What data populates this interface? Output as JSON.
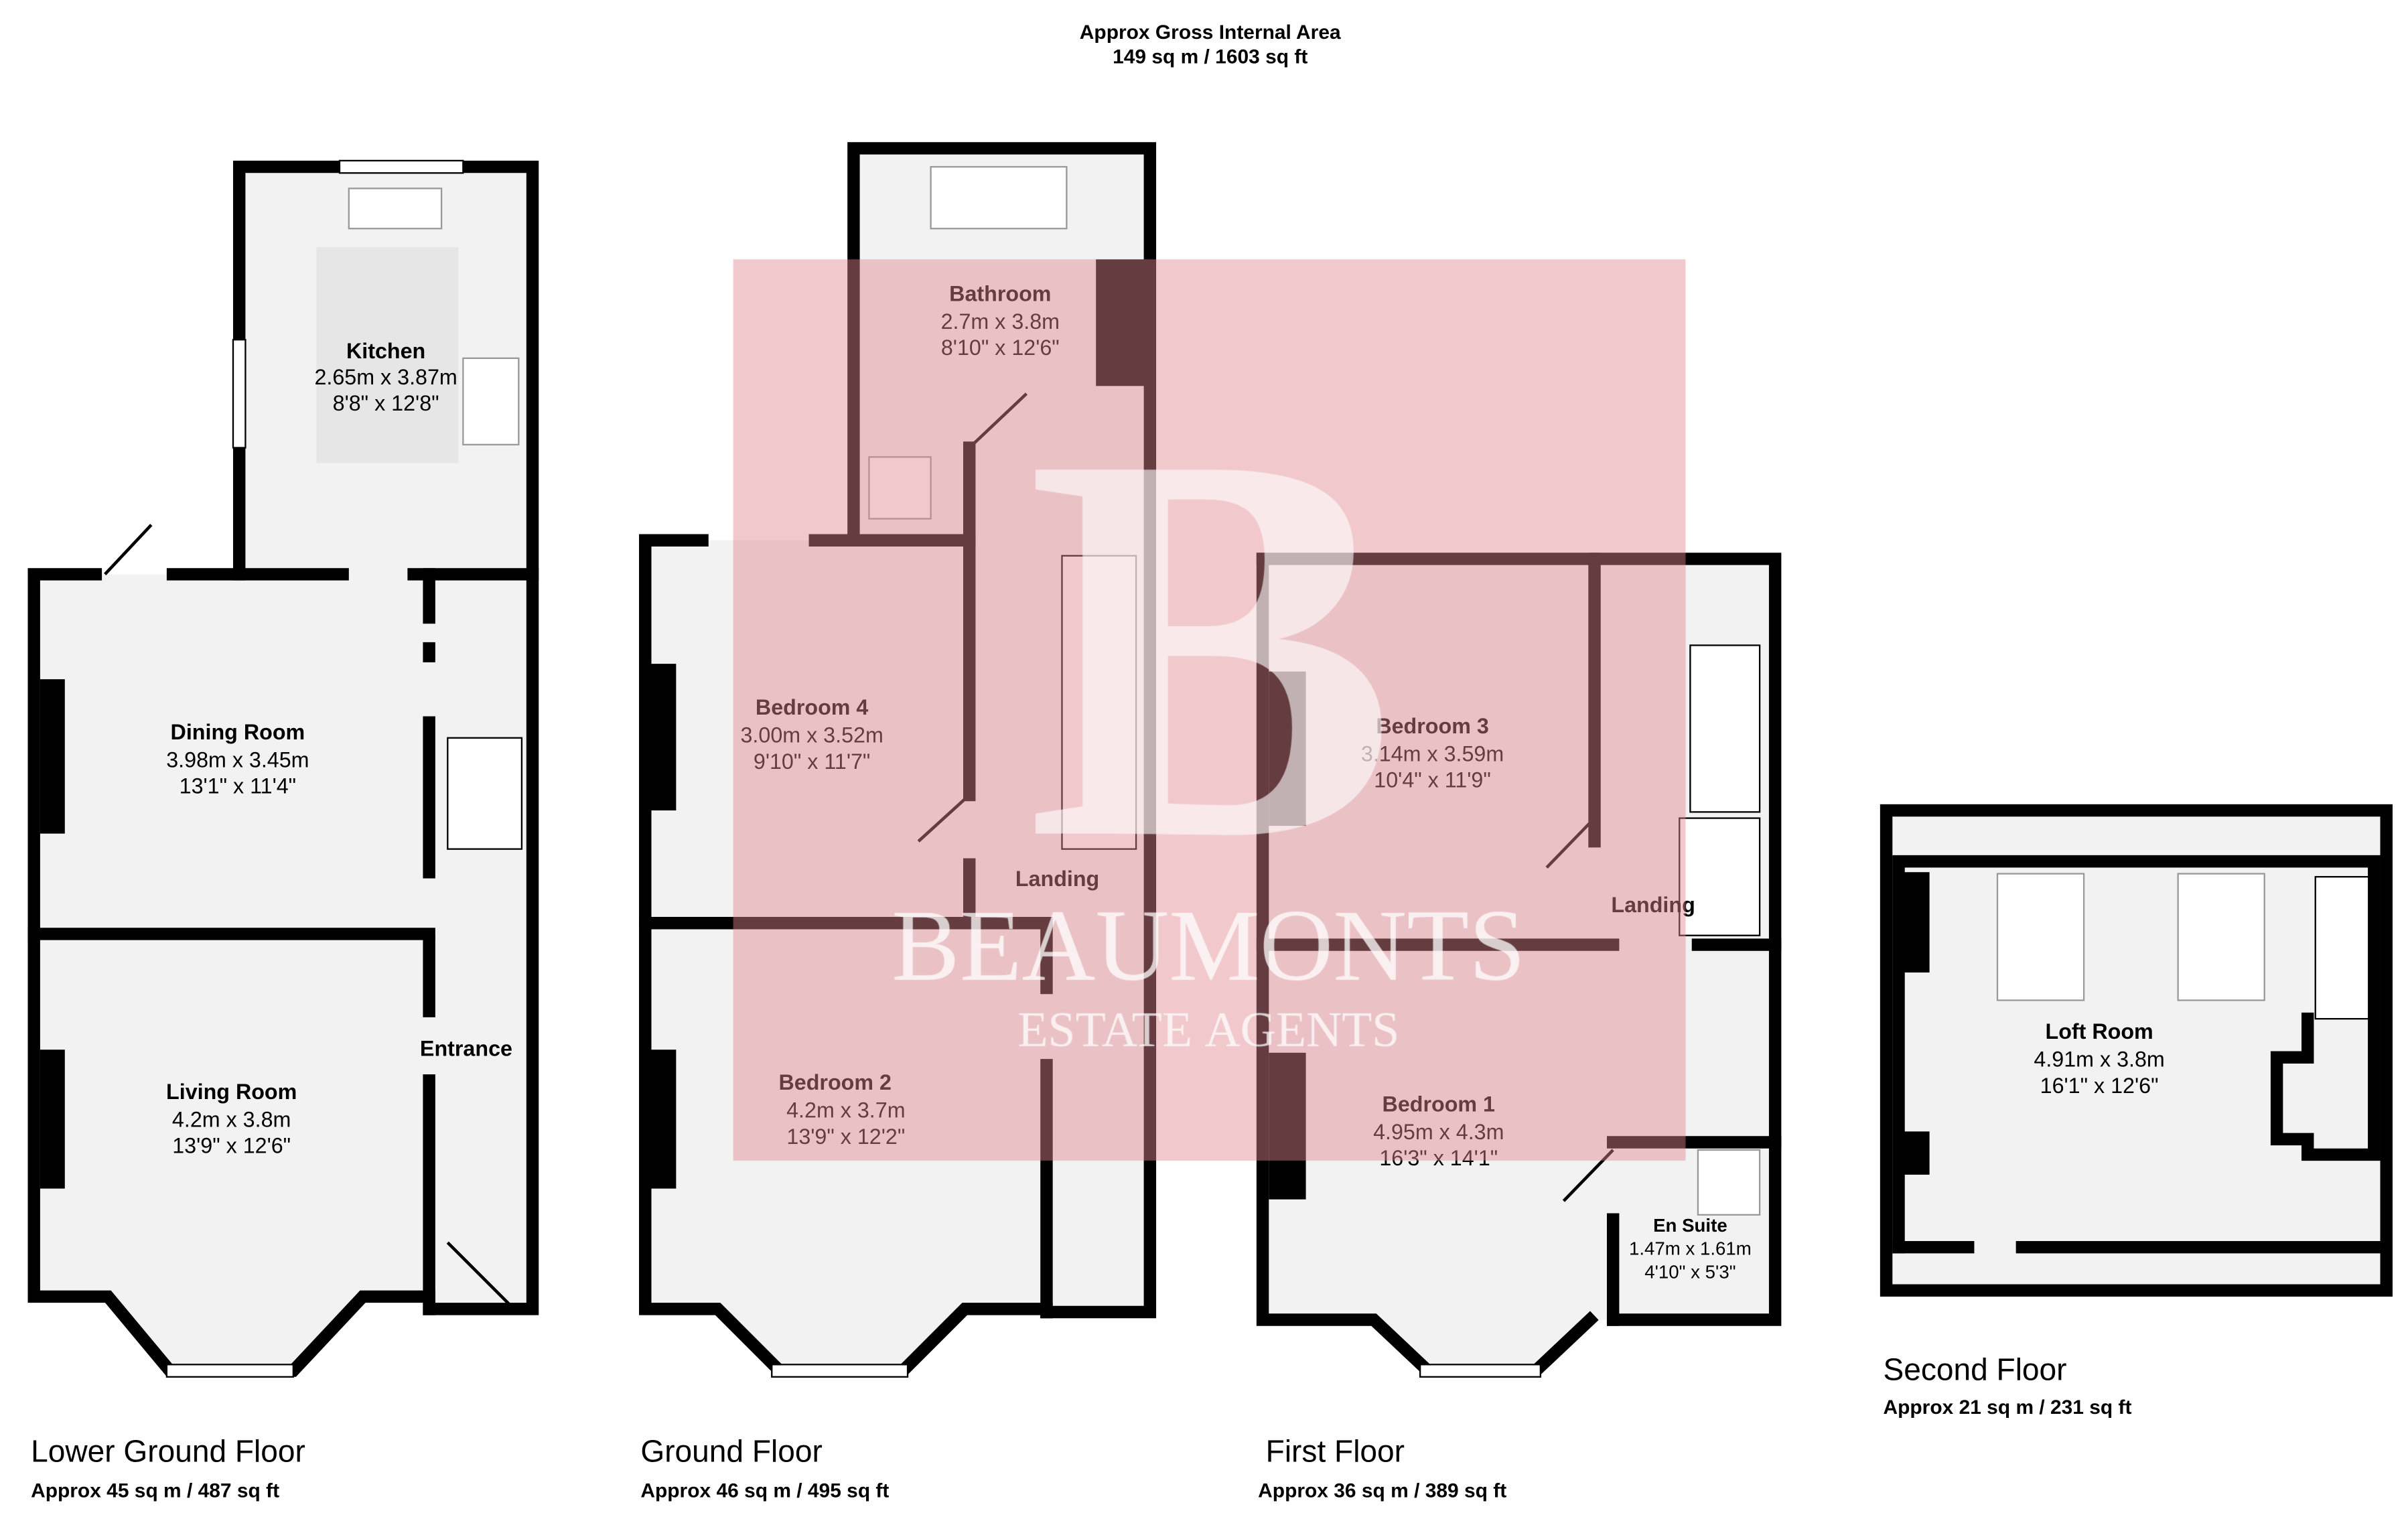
{
  "header": {
    "title": "Approx Gross Internal Area",
    "area": "149 sq m / 1603 sq ft"
  },
  "watermark": {
    "logo_letter": "B",
    "brand": "BEAUMONTS",
    "subtitle": "ESTATE AGENTS",
    "color": "#e8a4aa"
  },
  "floors": [
    {
      "name": "Lower Ground Floor",
      "area": "Approx 45 sq m / 487 sq ft",
      "rooms": [
        {
          "name": "Kitchen",
          "metric": "2.65m x 3.87m",
          "imperial": "8'8\" x 12'8\""
        },
        {
          "name": "Dining Room",
          "metric": "3.98m x 3.45m",
          "imperial": "13'1\" x 11'4\""
        },
        {
          "name": "Living Room",
          "metric": "4.2m x 3.8m",
          "imperial": "13'9\" x 12'6\""
        },
        {
          "name": "Entrance"
        }
      ]
    },
    {
      "name": "Ground Floor",
      "area": "Approx 46 sq m / 495 sq ft",
      "rooms": [
        {
          "name": "Bathroom",
          "metric": "2.7m x 3.8m",
          "imperial": "8'10\" x 12'6\""
        },
        {
          "name": "Bedroom 4",
          "metric": "3.00m x 3.52m",
          "imperial": "9'10\" x 11'7\""
        },
        {
          "name": "Bedroom 2",
          "metric": "4.2m x 3.7m",
          "imperial": "13'9\" x 12'2\""
        },
        {
          "name": "Landing"
        }
      ]
    },
    {
      "name": "First Floor",
      "area": "Approx 36 sq m / 389 sq ft",
      "rooms": [
        {
          "name": "Bedroom 3",
          "metric": "3.14m x 3.59m",
          "imperial": "10'4\" x 11'9\""
        },
        {
          "name": "Bedroom 1",
          "metric": "4.95m x 4.3m",
          "imperial": "16'3\" x 14'1\""
        },
        {
          "name": "En Suite",
          "metric": "1.47m x 1.61m",
          "imperial": "4'10\" x 5'3\""
        },
        {
          "name": "Landing"
        }
      ]
    },
    {
      "name": "Second Floor",
      "area": "Approx 21 sq m / 231 sq ft",
      "rooms": [
        {
          "name": "Loft Room",
          "metric": "4.91m x 3.8m",
          "imperial": "16'1\" x 12'6\""
        }
      ]
    }
  ]
}
